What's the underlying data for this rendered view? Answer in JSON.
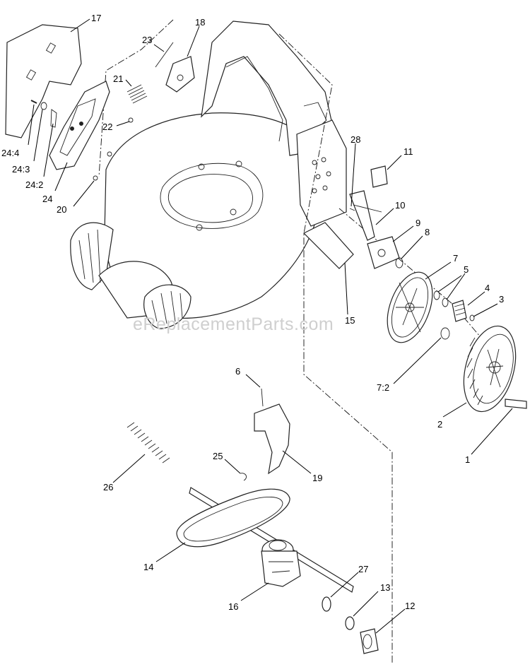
{
  "watermark": "eReplacementParts.com",
  "parts": [
    {
      "id": "p1",
      "label": "1"
    },
    {
      "id": "p2",
      "label": "2"
    },
    {
      "id": "p3",
      "label": "3"
    },
    {
      "id": "p4",
      "label": "4"
    },
    {
      "id": "p5",
      "label": "5"
    },
    {
      "id": "p6",
      "label": "6"
    },
    {
      "id": "p7",
      "label": "7"
    },
    {
      "id": "p72",
      "label": "7:2"
    },
    {
      "id": "p8",
      "label": "8"
    },
    {
      "id": "p9",
      "label": "9"
    },
    {
      "id": "p10",
      "label": "10"
    },
    {
      "id": "p11",
      "label": "11"
    },
    {
      "id": "p12",
      "label": "12"
    },
    {
      "id": "p13",
      "label": "13"
    },
    {
      "id": "p14",
      "label": "14"
    },
    {
      "id": "p15",
      "label": "15"
    },
    {
      "id": "p16",
      "label": "16"
    },
    {
      "id": "p17",
      "label": "17"
    },
    {
      "id": "p18",
      "label": "18"
    },
    {
      "id": "p19",
      "label": "19"
    },
    {
      "id": "p20",
      "label": "20"
    },
    {
      "id": "p21",
      "label": "21"
    },
    {
      "id": "p22",
      "label": "22"
    },
    {
      "id": "p23",
      "label": "23"
    },
    {
      "id": "p24",
      "label": "24"
    },
    {
      "id": "p242",
      "label": "24:2"
    },
    {
      "id": "p243",
      "label": "24:3"
    },
    {
      "id": "p244",
      "label": "24:4"
    },
    {
      "id": "p25",
      "label": "25"
    },
    {
      "id": "p26",
      "label": "26"
    },
    {
      "id": "p27",
      "label": "27"
    },
    {
      "id": "p28",
      "label": "28"
    }
  ]
}
